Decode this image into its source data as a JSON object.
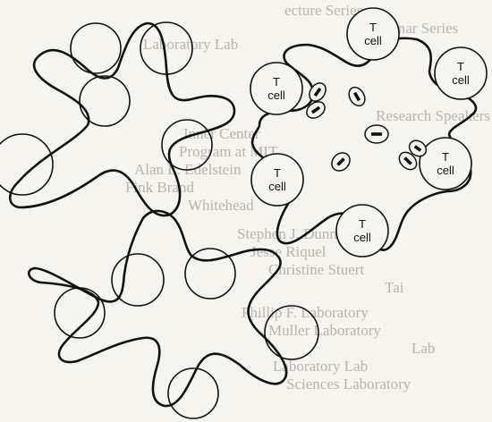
{
  "cell_label_word": "cell",
  "t_letter": "T",
  "background_text": [
    "ecture Series",
    "inar Series",
    "Laboratory Lab",
    "Research Speakers",
    "Inner Center",
    "Program at MIT",
    "Alan L. Edelstein",
    "Fink Brand",
    "Whitehead",
    "Stephen J. Dunn",
    "Jesse Riquel",
    "Christine Stuert",
    "Tai",
    "Phillip F. Laboratory",
    "Muller Laboratory",
    "Lab",
    "Laboratory Lab",
    "Sciences Laboratory"
  ],
  "colors": {
    "ink": "#111111",
    "paper": "#f6f4ef",
    "bleed_text": "#b8b5ae"
  }
}
